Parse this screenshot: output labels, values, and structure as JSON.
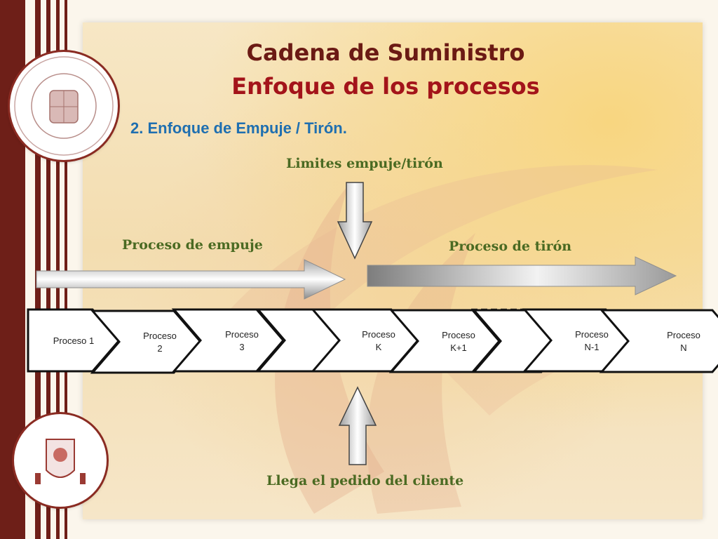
{
  "title": {
    "line1": "Cadena de Suministro",
    "line2": "Enfoque de los procesos"
  },
  "subtitle": "2. Enfoque de Empuje / Tirón.",
  "labels": {
    "limits": "Limites empuje/tirón",
    "push": "Proceso de empuje",
    "pull": "Proceso de tirón",
    "order": "Llega el pedido del cliente"
  },
  "processes": [
    {
      "lines": [
        "Proceso 1"
      ]
    },
    {
      "lines": [
        "Proceso",
        "2"
      ]
    },
    {
      "lines": [
        "Proceso",
        "3"
      ]
    },
    {
      "lines": []
    },
    {
      "lines": [
        "Proceso",
        "K"
      ]
    },
    {
      "lines": [
        "Proceso",
        "K+1"
      ]
    },
    {
      "lines": []
    },
    {
      "lines": [
        "Proceso",
        "N-1"
      ]
    },
    {
      "lines": [
        "Proceso",
        "N"
      ]
    }
  ],
  "colors": {
    "dark_red": "#6e1f18",
    "title_red": "#a3141a",
    "subtitle_blue": "#1f6fb0",
    "label_green": "#4a6a22"
  },
  "icons": {
    "seal_top": "university-seal-icon",
    "seal_bottom": "icea-seal-icon",
    "arrow_down": "arrow-down-icon",
    "arrow_up": "arrow-up-icon"
  }
}
